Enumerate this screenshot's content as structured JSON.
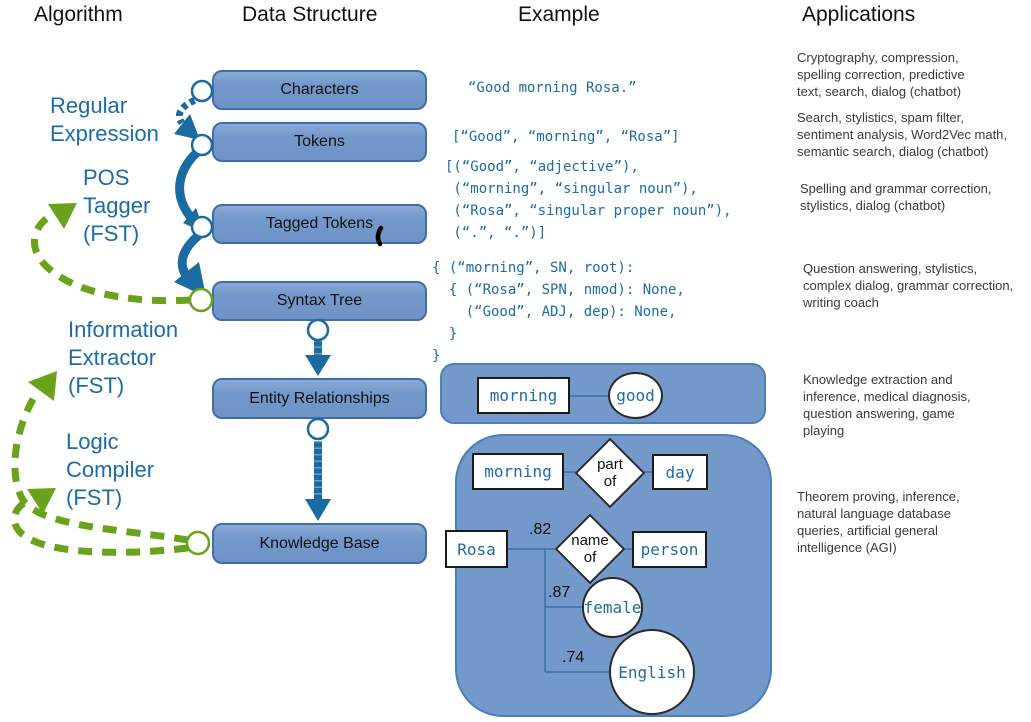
{
  "header": {
    "algorithm": "Algorithm",
    "data_structure": "Data Structure",
    "example": "Example",
    "applications": "Applications"
  },
  "algorithms": {
    "regular_expression": "Regular\nExpression",
    "pos_tagger": "POS\nTagger\n(FST)",
    "information_extractor": "Information\nExtractor\n(FST)",
    "logic_compiler": "Logic\nCompiler\n(FST)"
  },
  "data_structures": {
    "characters": "Characters",
    "tokens": "Tokens",
    "tagged_tokens": "Tagged Tokens",
    "syntax_tree": "Syntax Tree",
    "entity_relationships": "Entity Relationships",
    "knowledge_base": "Knowledge Base"
  },
  "examples": {
    "characters": "“Good morning Rosa.”",
    "tokens": "[“Good”, “morning”, “Rosa”]",
    "tagged_tokens": "[(“Good”, “adjective”),\n (“morning”, “singular noun”),\n (“Rosa”, “singular proper noun”),\n (“.”, “.”)]",
    "syntax_tree": "{ (“morning”, SN, root):\n  { (“Rosa”, SPN, nmod): None,\n    (“Good”, ADJ, dep): None,\n  }\n}",
    "entity_relationship_graph": {
      "entity": "morning",
      "attribute": "good"
    },
    "knowledge_graph": {
      "nodes": {
        "morning": "morning",
        "day": "day",
        "rosa": "Rosa",
        "person": "person",
        "female": "female",
        "english": "English"
      },
      "relations": {
        "part_of": "part\nof",
        "name_of": "name\nof"
      },
      "confidences": {
        "name_of": ".82",
        "female": ".87",
        "english": ".74"
      }
    }
  },
  "applications": {
    "characters": "Cryptography, compression,\nspelling correction, predictive\ntext, search, dialog (chatbot)",
    "tokens": "Search, stylistics, spam filter,\nsentiment analysis, Word2Vec math,\nsemantic search, dialog (chatbot)",
    "tagged_tokens": "Spelling and grammar correction,\nstylistics, dialog (chatbot)",
    "syntax_tree": "Question answering, stylistics,\ncomplex dialog, grammar correction,\nwriting coach",
    "entity_relationships": "Knowledge extraction and\ninference, medical diagnosis,\nquestion answering, game\nplaying",
    "knowledge_base": "Theorem proving, inference,\nnatural language database\nqueries, artificial general\nintelligence (AGI)"
  },
  "colors": {
    "accent_blue": "#1c6ca6",
    "arrow_blue": "#1b6ba3",
    "box_fill": "#7398ca",
    "box_border": "#3d6fa8",
    "feedback_green": "#6aa21c",
    "body_text": "#3a3a3a"
  }
}
